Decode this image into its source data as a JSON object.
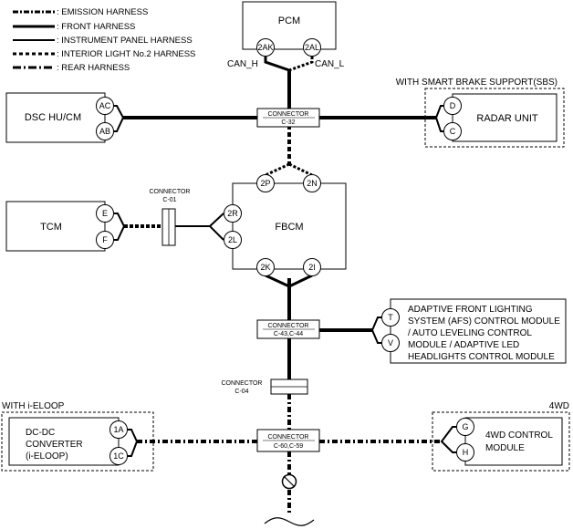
{
  "legend": {
    "items": [
      {
        "label": ": EMISSION HARNESS",
        "style": "dash-dot"
      },
      {
        "label": ": FRONT HARNESS",
        "style": "solid"
      },
      {
        "label": ": INSTRUMENT PANEL HARNESS",
        "style": "solid-thin"
      },
      {
        "label": ": INTERIOR LIGHT No.2 HARNESS",
        "style": "dashed"
      },
      {
        "label": ": REAR HARNESS",
        "style": "dash-dot-long"
      }
    ]
  },
  "modules": {
    "pcm": {
      "label": "PCM",
      "pins": [
        "2AK",
        "2AL"
      ]
    },
    "dsc": {
      "label": "DSC HU/CM",
      "pins": [
        "AC",
        "AB"
      ]
    },
    "radar": {
      "label": "RADAR UNIT",
      "pins": [
        "D",
        "C"
      ],
      "group_label": "WITH SMART BRAKE SUPPORT(SBS)"
    },
    "tcm": {
      "label": "TCM",
      "pins": [
        "E",
        "F"
      ]
    },
    "fbcm": {
      "label": "FBCM",
      "pins_top": [
        "2P",
        "2N"
      ],
      "pins_left": [
        "2R",
        "2L"
      ],
      "pins_bottom": [
        "2K",
        "2I"
      ]
    },
    "afs": {
      "lines": [
        "ADAPTIVE FRONT LIGHTING",
        "SYSTEM (AFS) CONTROL MODULE",
        "/ AUTO LEVELING CONTROL",
        "MODULE / ADAPTIVE LED",
        "HEADLIGHTS CONTROL MODULE"
      ],
      "pins": [
        "T",
        "V"
      ]
    },
    "dcdc": {
      "lines": [
        "DC-DC",
        "CONVERTER",
        "(i-ELOOP)"
      ],
      "pins": [
        "1A",
        "1C"
      ],
      "group_label": "WITH i-ELOOP"
    },
    "fourwd": {
      "lines": [
        "4WD CONTROL",
        "MODULE"
      ],
      "pins": [
        "G",
        "H"
      ],
      "group_label": "4WD"
    }
  },
  "signals": {
    "can_h": "CAN_H",
    "can_l": "CAN_L"
  },
  "connectors": {
    "c32": {
      "line1": "CONNECTOR",
      "line2": "C-32"
    },
    "c01": {
      "line1": "CONNECTOR",
      "line2": "C-01"
    },
    "c4344": {
      "line1": "CONNECTOR",
      "line2": "C-43,C-44"
    },
    "c04": {
      "line1": "CONNECTOR",
      "line2": "C-04"
    },
    "c6059": {
      "line1": "CONNECTOR",
      "line2": "C-60,C-59"
    }
  }
}
